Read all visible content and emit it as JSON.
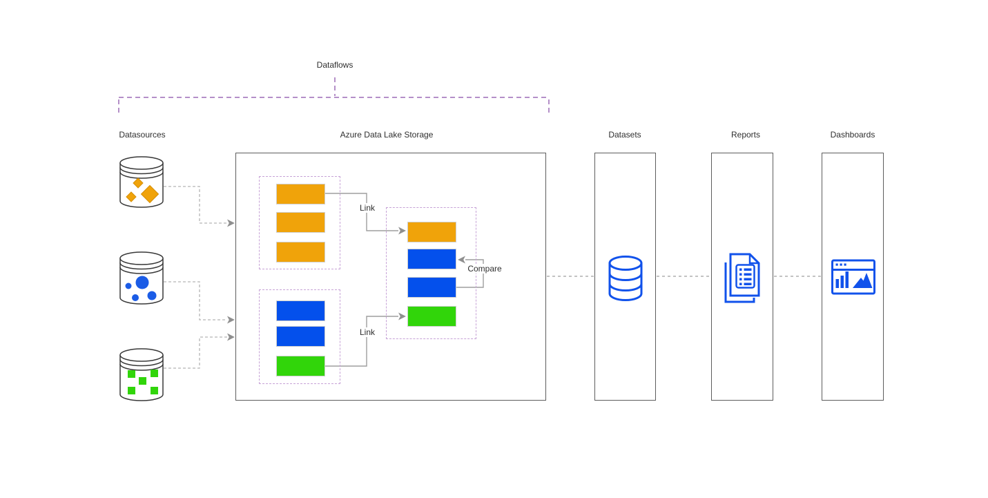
{
  "diagram": {
    "dataflows_bracket": {
      "label": "Dataflows"
    },
    "columns": {
      "datasources": {
        "label": "Datasources",
        "items": [
          {
            "name": "orange-source-db",
            "symbol": "diamonds",
            "color": "#F0A30A"
          },
          {
            "name": "blue-source-db",
            "symbol": "circles",
            "color": "#0450EC"
          },
          {
            "name": "green-source-db",
            "symbol": "squares",
            "color": "#31D50A"
          }
        ]
      },
      "adls": {
        "label": "Azure Data Lake Storage",
        "staging_groups": [
          {
            "name": "staging-group-orange",
            "blocks": [
              "orange",
              "orange",
              "orange"
            ]
          },
          {
            "name": "staging-group-mixed",
            "blocks": [
              "blue",
              "blue",
              "green"
            ]
          }
        ],
        "curated_group": {
          "name": "curated-group",
          "blocks": [
            "orange",
            "blue",
            "blue",
            "green"
          ]
        },
        "edge_labels": {
          "link_top": "Link",
          "link_bottom": "Link",
          "compare": "Compare"
        }
      },
      "datasets": {
        "label": "Datasets",
        "icon": "database-icon"
      },
      "reports": {
        "label": "Reports",
        "icon": "documents-icon"
      },
      "dashboards": {
        "label": "Dashboards",
        "icon": "dashboard-icon"
      }
    },
    "colors": {
      "orange": "#F0A30A",
      "blue": "#0450EC",
      "green": "#31D50A",
      "icon_blue": "#1152EB",
      "bracket_purple": "#B48FC8",
      "group_dash_purple": "#C6A1D6",
      "connector_gray": "#9e9e9e",
      "box_border": "#5c5c5c",
      "text": "#2e2e2e"
    }
  }
}
